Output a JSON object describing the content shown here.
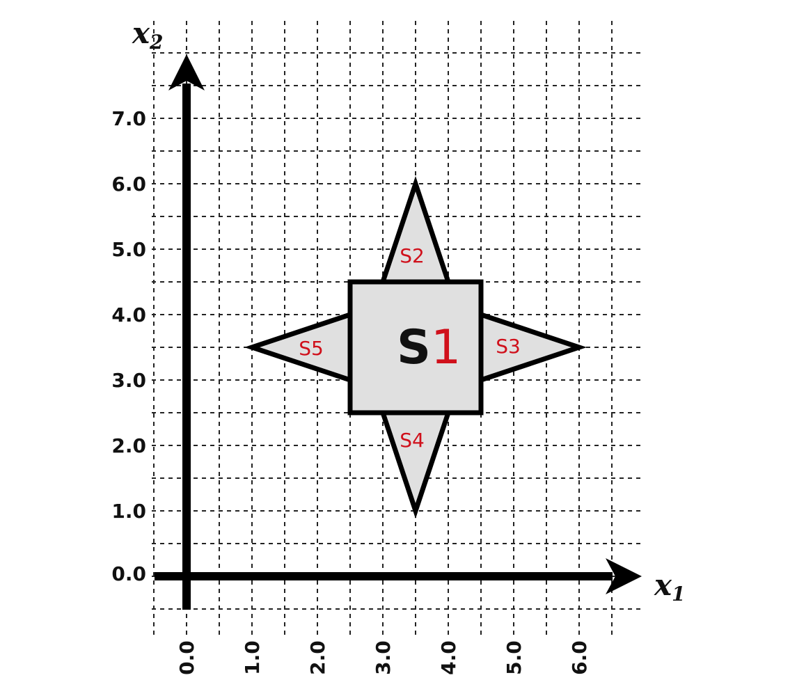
{
  "axes": {
    "x_label": "x",
    "x_subscript": "1",
    "y_label": "x",
    "y_subscript": "2",
    "x_ticks": [
      "0.0",
      "1.0",
      "2.0",
      "3.0",
      "4.0",
      "5.0",
      "6.0"
    ],
    "y_ticks": [
      "0.0",
      "1.0",
      "2.0",
      "3.0",
      "4.0",
      "5.0",
      "6.0",
      "7.0"
    ]
  },
  "regions": {
    "s1": {
      "prefix": "S",
      "number": "1",
      "vertices": [
        [
          2.5,
          2.5
        ],
        [
          4.5,
          2.5
        ],
        [
          4.5,
          4.5
        ],
        [
          2.5,
          4.5
        ]
      ]
    },
    "s2": {
      "label": "S2",
      "vertices": [
        [
          3.0,
          4.5
        ],
        [
          4.0,
          4.5
        ],
        [
          3.5,
          6.0
        ]
      ]
    },
    "s3": {
      "label": "S3",
      "vertices": [
        [
          4.5,
          3.0
        ],
        [
          4.5,
          4.0
        ],
        [
          6.0,
          3.5
        ]
      ]
    },
    "s4": {
      "label": "S4",
      "vertices": [
        [
          3.0,
          2.5
        ],
        [
          4.0,
          2.5
        ],
        [
          3.5,
          1.0
        ]
      ]
    },
    "s5": {
      "label": "S5",
      "vertices": [
        [
          2.5,
          3.0
        ],
        [
          2.5,
          4.0
        ],
        [
          1.0,
          3.5
        ]
      ]
    }
  },
  "colors": {
    "fill": "#e0e0e0",
    "stroke": "#000000",
    "label_red": "#d0101b",
    "grid": "#222222"
  }
}
